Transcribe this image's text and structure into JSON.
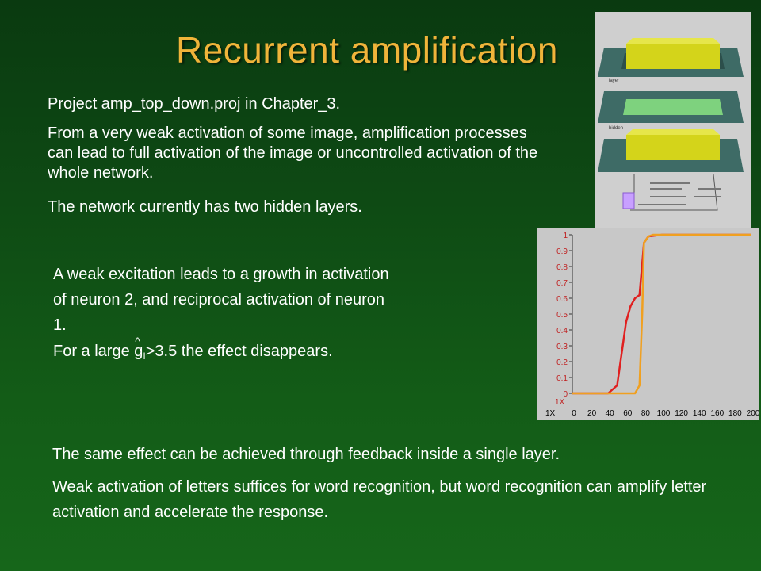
{
  "slide": {
    "title": "Recurrent amplification",
    "paragraphs": {
      "p1": "Project amp_top_down.proj in Chapter_3.",
      "p2": "From a very weak activation of some image, amplification processes can lead to full activation of the image or uncontrolled activation of the whole network.",
      "p3": "The network currently has two hidden layers.",
      "p4": "A weak excitation leads to a growth in activation of neuron 2, and reciprocal activation of neuron 1.",
      "p5_prefix": "For a large ",
      "p5_symbol": "g",
      "p5_subscript": "I",
      "p5_suffix": ">3.5 the effect disappears.",
      "p6": "The same effect can be achieved through feedback inside a single layer.",
      "p7": "Weak activation of letters suffices for word recognition, but word recognition can amplify letter activation and accelerate the response."
    },
    "colors": {
      "title": "#f0b43a",
      "background_top": "#0a3a10",
      "background_bottom": "#16661a",
      "text": "#ffffff"
    }
  },
  "network_figure": {
    "layer_labels": [
      "layer",
      "hidden",
      ""
    ],
    "colors": {
      "plane": "#3e6b66",
      "block": "#d4d41a",
      "inner_green": "#7ed27e",
      "background": "#cfcfcf"
    }
  },
  "chart_data": {
    "type": "line",
    "ytick_labels": [
      "1",
      "0.9",
      "0.8",
      "0.7",
      "0.6",
      "0.5",
      "0.4",
      "0.3",
      "0.2",
      "0.1",
      "0"
    ],
    "xtick_labels": [
      "0",
      "20",
      "40",
      "60",
      "80",
      "100",
      "120",
      "140",
      "160",
      "180",
      "200"
    ],
    "corner_labels": [
      "1X",
      "1X"
    ],
    "xlim": [
      0,
      200
    ],
    "ylim": [
      0,
      1
    ],
    "series": [
      {
        "color": "#e02020",
        "x": [
          0,
          40,
          50,
          55,
          60,
          65,
          70,
          75,
          80,
          85,
          100,
          120,
          160,
          200
        ],
        "y": [
          0.0,
          0.0,
          0.05,
          0.25,
          0.45,
          0.55,
          0.6,
          0.62,
          0.95,
          0.99,
          1.0,
          1.0,
          1.0,
          1.0
        ]
      },
      {
        "color": "#f0a020",
        "x": [
          0,
          60,
          70,
          75,
          78,
          80,
          85,
          90,
          100,
          120,
          160,
          200
        ],
        "y": [
          0.0,
          0.0,
          0.0,
          0.05,
          0.5,
          0.95,
          0.99,
          1.0,
          1.0,
          1.0,
          1.0,
          1.0
        ]
      }
    ]
  }
}
